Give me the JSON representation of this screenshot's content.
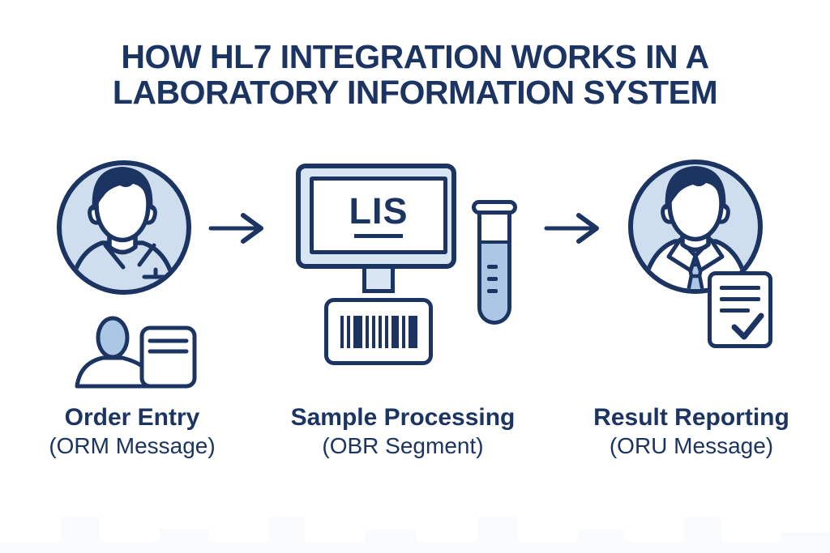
{
  "title": {
    "line1": "HOW HL7 INTEGRATION WORKS IN A",
    "line2": "LABORATORY INFORMATION SYSTEM"
  },
  "diagram": {
    "monitor_screen_label": "LIS"
  },
  "stages": [
    {
      "label": "Order Entry",
      "sublabel": "(ORM Message)",
      "icons": [
        "clinician-avatar-icon",
        "patient-order-card-icon"
      ]
    },
    {
      "label": "Sample Processing",
      "sublabel": "(OBR Segment)",
      "icons": [
        "lis-monitor-icon",
        "barcode-label-icon",
        "test-tube-icon"
      ]
    },
    {
      "label": "Result Reporting",
      "sublabel": "(ORU Message)",
      "icons": [
        "professional-avatar-icon",
        "report-checkmark-icon"
      ]
    }
  ],
  "arrows": [
    "arrow-right-icon",
    "arrow-right-icon"
  ],
  "colors": {
    "navy": "#1b3461",
    "light_blue": "#cfdeef",
    "pale_blue": "#d8e5f3",
    "mid_blue": "#aac8e6",
    "background": "#ffffff"
  }
}
